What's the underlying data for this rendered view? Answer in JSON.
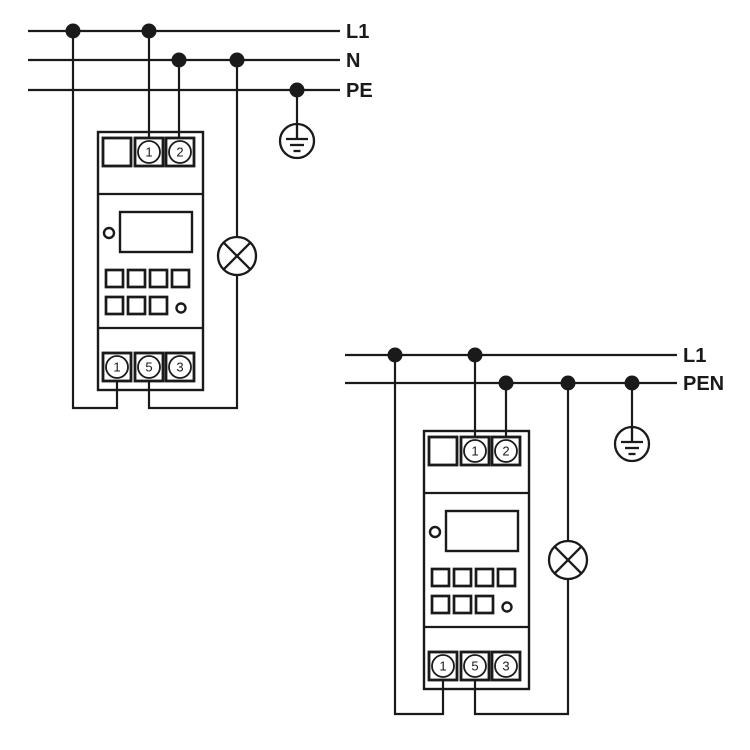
{
  "colors": {
    "stroke": "#1a1a1a",
    "background": "#ffffff"
  },
  "icons": {
    "lamp": "lamp-icon",
    "protective_earth": "protective-earth-icon",
    "junction": "junction-dot"
  },
  "diagram1": {
    "bus": {
      "l1": "L1",
      "n": "N",
      "pe": "PE"
    },
    "device": {
      "top_terminals": [
        "1",
        "2"
      ],
      "bottom_terminals": [
        "1",
        "5",
        "3"
      ]
    }
  },
  "diagram2": {
    "bus": {
      "l1": "L1",
      "pen": "PEN"
    },
    "device": {
      "top_terminals": [
        "1",
        "2"
      ],
      "bottom_terminals": [
        "1",
        "5",
        "3"
      ]
    }
  }
}
